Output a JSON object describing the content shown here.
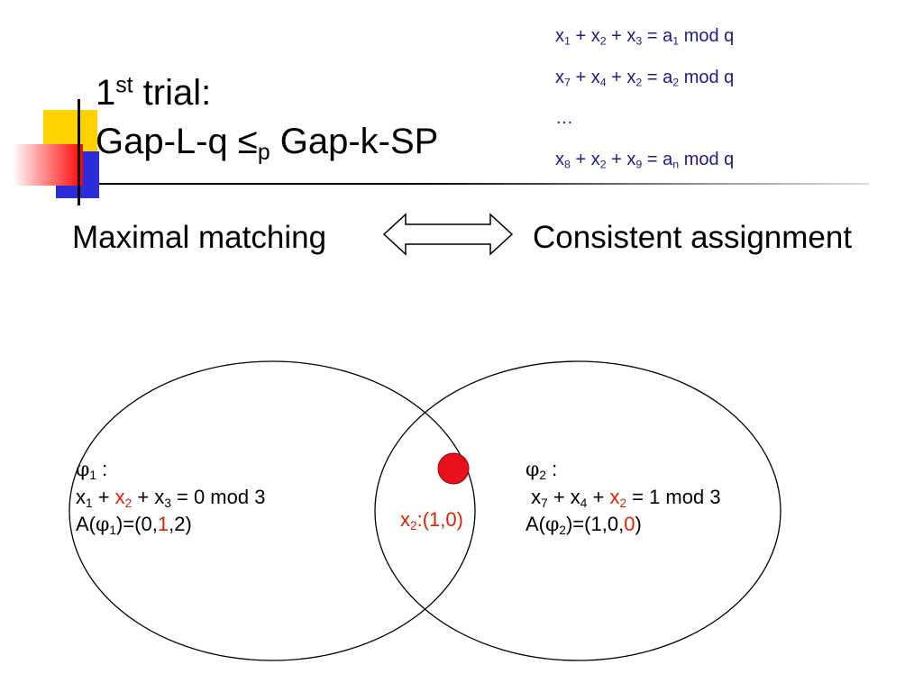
{
  "title": {
    "line1_num": "1",
    "line1_sup": "st",
    "line1_rest": " trial:",
    "line2_left": "Gap-L-q ≤",
    "line2_sub": "p",
    "line2_right": " Gap-k-SP"
  },
  "equations": [
    {
      "v1": "x",
      "s1": "1",
      "v2": "x",
      "s2": "2",
      "v3": "x",
      "s3": "3",
      "rhs": "a",
      "rs": "1",
      "tail": " mod q"
    },
    {
      "v1": "x",
      "s1": "7",
      "v2": "x",
      "s2": "4",
      "v3": "x",
      "s3": "2",
      "rhs": "a",
      "rs": "2",
      "tail": " mod q"
    },
    {
      "ellipsis": "…"
    },
    {
      "v1": "x",
      "s1": "8",
      "v2": "x",
      "s2": "2",
      "v3": "x",
      "s3": "9",
      "rhs": "a",
      "rs": "n",
      "tail": " mod q"
    }
  ],
  "middle": {
    "left": "Maximal matching",
    "right": "Consistent assignment"
  },
  "left_set": {
    "phi": "φ",
    "phi_sub": "1",
    "colon": " :",
    "eq_x1": "x",
    "eq_s1": "1",
    "eq_plus1": " + ",
    "eq_x2": "x",
    "eq_s2": "2",
    "eq_plus2": " + ",
    "eq_x3": "x",
    "eq_s3": "3",
    "eq_rest": " = 0 mod 3",
    "assign_prefix": "A(",
    "assign_phi": "φ",
    "assign_sub": "1",
    "assign_mid": ")=(0,",
    "assign_red": "1",
    "assign_end": ",2)"
  },
  "right_set": {
    "phi": "φ",
    "phi_sub": "2",
    "colon": " :",
    "eq_x1": "x",
    "eq_s1": "7",
    "eq_plus1": " + ",
    "eq_x2": "x",
    "eq_s2": "4",
    "eq_plus2": " + ",
    "eq_x3": "x",
    "eq_s3": "2",
    "eq_rest": " = 1 mod 3",
    "assign_prefix": "A(",
    "assign_phi": "φ",
    "assign_sub": "2",
    "assign_mid": ")=(1,0,",
    "assign_red": "0",
    "assign_end": ")"
  },
  "intersection": {
    "var": "x",
    "sub": "2",
    "value": ":(1,0)"
  },
  "colors": {
    "equation_text": "#1c1c8c",
    "highlight": "#e02000",
    "dot_fill": "#e8101a",
    "logo_yellow": "#ffd200",
    "logo_blue": "#2c2cd8",
    "logo_red": "#ff2a2a"
  }
}
